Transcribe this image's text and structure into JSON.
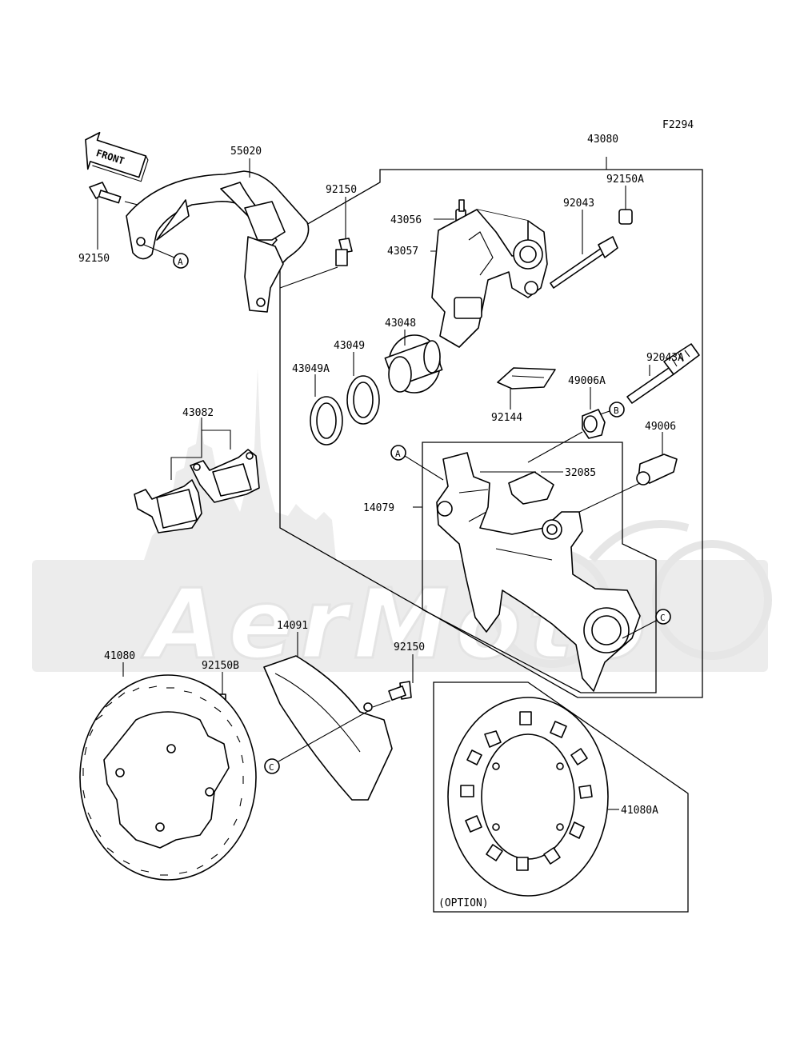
{
  "figure_code": "F2294",
  "front_arrow_label": "FRONT",
  "option_label": "(OPTION)",
  "watermark_text": "AerMoto",
  "callouts": {
    "a": "A",
    "b": "B",
    "c": "C"
  },
  "parts": {
    "p43080": "43080",
    "p55020": "55020",
    "p92150_left": "92150",
    "p92150_guard": "92150",
    "p92150_disc": "92150",
    "p92150a": "92150A",
    "p92150b": "92150B",
    "p43056": "43056",
    "p43057": "43057",
    "p92043": "92043",
    "p92043a": "92043A",
    "p43048": "43048",
    "p43049": "43049",
    "p43049a": "43049A",
    "p43082": "43082",
    "p49006a": "49006A",
    "p49006": "49006",
    "p92144": "92144",
    "p32085": "32085",
    "p14079": "14079",
    "p14091": "14091",
    "p41080": "41080",
    "p41080a": "41080A"
  }
}
